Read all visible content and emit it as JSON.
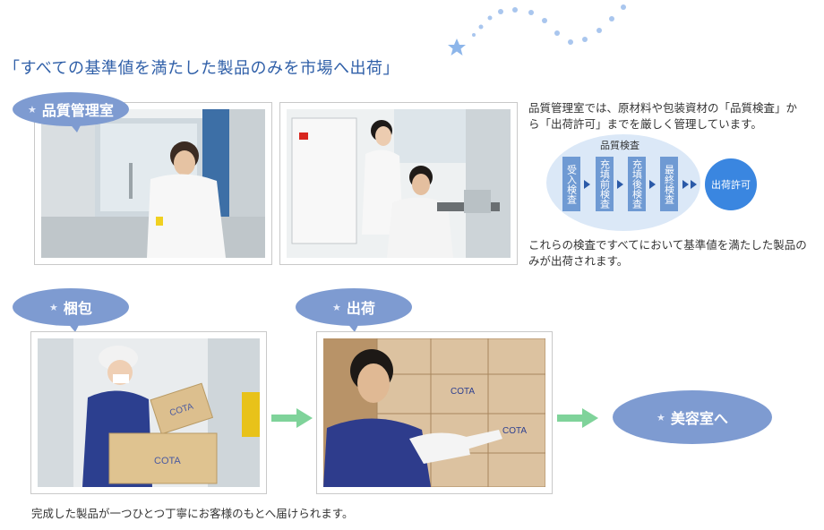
{
  "page": {
    "title": "「すべての基準値を満たした製品のみを市場へ出荷」"
  },
  "sections": {
    "qc": {
      "label": "品質管理室"
    },
    "packing": {
      "label": "梱包"
    },
    "shipping": {
      "label": "出荷"
    },
    "salon": {
      "label": "美容室へ"
    }
  },
  "qc_text": {
    "description": "品質管理室では、原材料や包装資材の「品質検査」から「出荷許可」までを厳しく管理しています。",
    "conclusion": "これらの検査ですべてにおいて基準値を満たした製品のみが出荷されます。"
  },
  "inspection": {
    "group_label": "品質検査",
    "steps": [
      "受入検査",
      "充填前検査",
      "充填後検査",
      "最終検査"
    ],
    "final": "出荷許可"
  },
  "photos": {
    "box_brand": "COTA"
  },
  "footer": {
    "text": "完成した製品が一つひとつ丁寧にお客様のもとへ届けられます。"
  },
  "colors": {
    "title": "#2f5fa8",
    "bubble": "#7e9bd1",
    "step": "#6f9ad3",
    "approval": "#3a86e0",
    "arrow": "#7fd39a"
  }
}
